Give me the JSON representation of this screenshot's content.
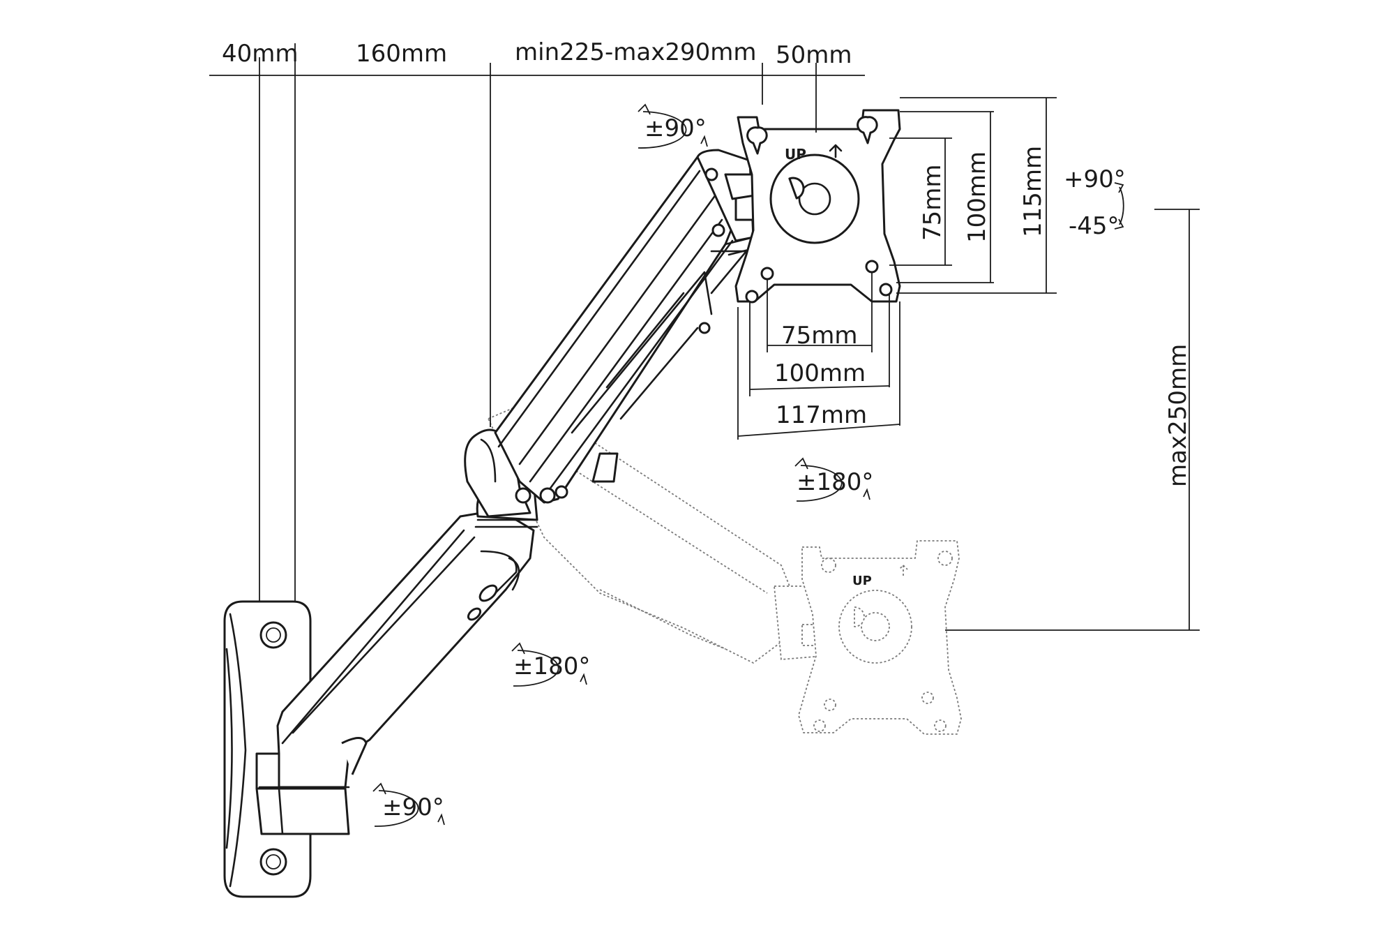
{
  "dimensions": {
    "wall_offset": "40mm",
    "first_arm": "160mm",
    "second_arm": "min225-max290mm",
    "tilt_offset": "50mm",
    "vesa_h_75": "75mm",
    "vesa_h_100": "100mm",
    "plate_width": "117mm",
    "vesa_v_75": "75mm",
    "vesa_v_100": "100mm",
    "plate_height": "115mm",
    "height_range": "max250mm"
  },
  "rotations": {
    "head_swivel": "±90°",
    "tilt_up": "+90°",
    "tilt_down": "-45°",
    "head_rotation": "±180°",
    "elbow_swivel": "±180°",
    "base_swivel": "±90°"
  },
  "plate_labels": {
    "up_text": "UP",
    "ghost_up_text": "UP"
  },
  "colors": {
    "line": "#1a1a1a",
    "ghost": "#7a7a7a",
    "background": "#ffffff"
  }
}
